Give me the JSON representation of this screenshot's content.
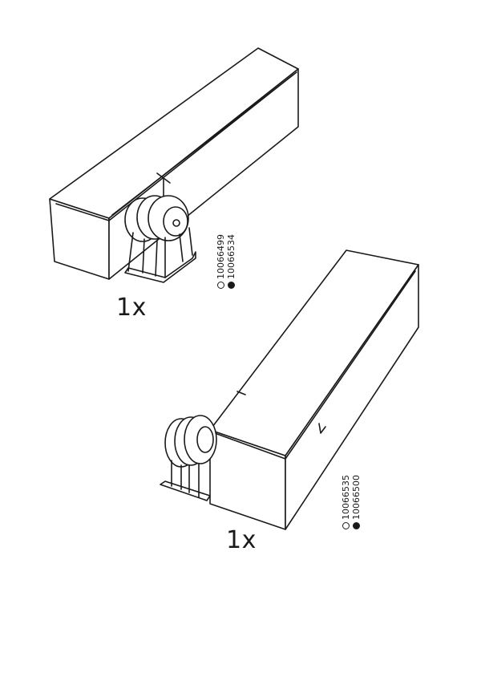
{
  "parts": [
    {
      "quantity": "1x",
      "codes": [
        {
          "marker": "open-circle",
          "number": "10066499"
        },
        {
          "marker": "filled-circle",
          "number": "10066534"
        }
      ]
    },
    {
      "quantity": "1x",
      "codes": [
        {
          "marker": "open-circle",
          "number": "10066535"
        },
        {
          "marker": "filled-circle",
          "number": "10066500"
        }
      ]
    }
  ]
}
